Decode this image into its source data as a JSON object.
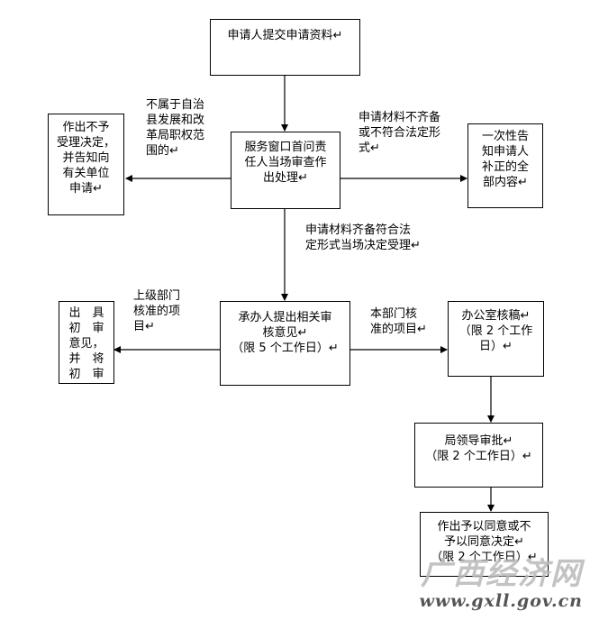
{
  "boxes": {
    "submit": [
      "申请人提交申请资料↵"
    ],
    "window_review": [
      "服务窗口首问责",
      "任人当场审查作",
      "出处理↵"
    ],
    "reject": [
      "作出不予",
      "受理决定，",
      "并告知向",
      "有关单位",
      "申请↵"
    ],
    "notify_correction": [
      "一次性告",
      "知申请人",
      "补正的全",
      "部内容↵"
    ],
    "handler_opinion": [
      "承办人提出相关审",
      "核意见↵",
      "（限 5 个工作日）↵"
    ],
    "preliminary": [
      "出　具",
      "初　审",
      "意见，",
      "并　将",
      "初　审"
    ],
    "office_draft": [
      "办公室核稿↵",
      "（限 2 个工作",
      "日）↵"
    ],
    "leader_approval": [
      "局领导审批↵",
      "（限 2 个工作日）↵"
    ],
    "final_decision": [
      "作出予以同意或不",
      "予以同意决定↵",
      "（限 2 个工作日）↵"
    ]
  },
  "labels": {
    "not_in_scope": [
      "不属于自治",
      "县发展和改",
      "革局职权范",
      "围的↵"
    ],
    "incomplete": [
      "申请材料不齐备",
      "或不符合法定形",
      "式↵"
    ],
    "complete": [
      "申请材料齐备符合法",
      "定形式当场决定受理↵"
    ],
    "superior": [
      "上级部门",
      "核准的项",
      "目↵"
    ],
    "own_dept": [
      "本部门核",
      "准的项目↵"
    ]
  },
  "watermark": {
    "title": "广西经济网",
    "url": "www.gxll.gov.cn"
  }
}
